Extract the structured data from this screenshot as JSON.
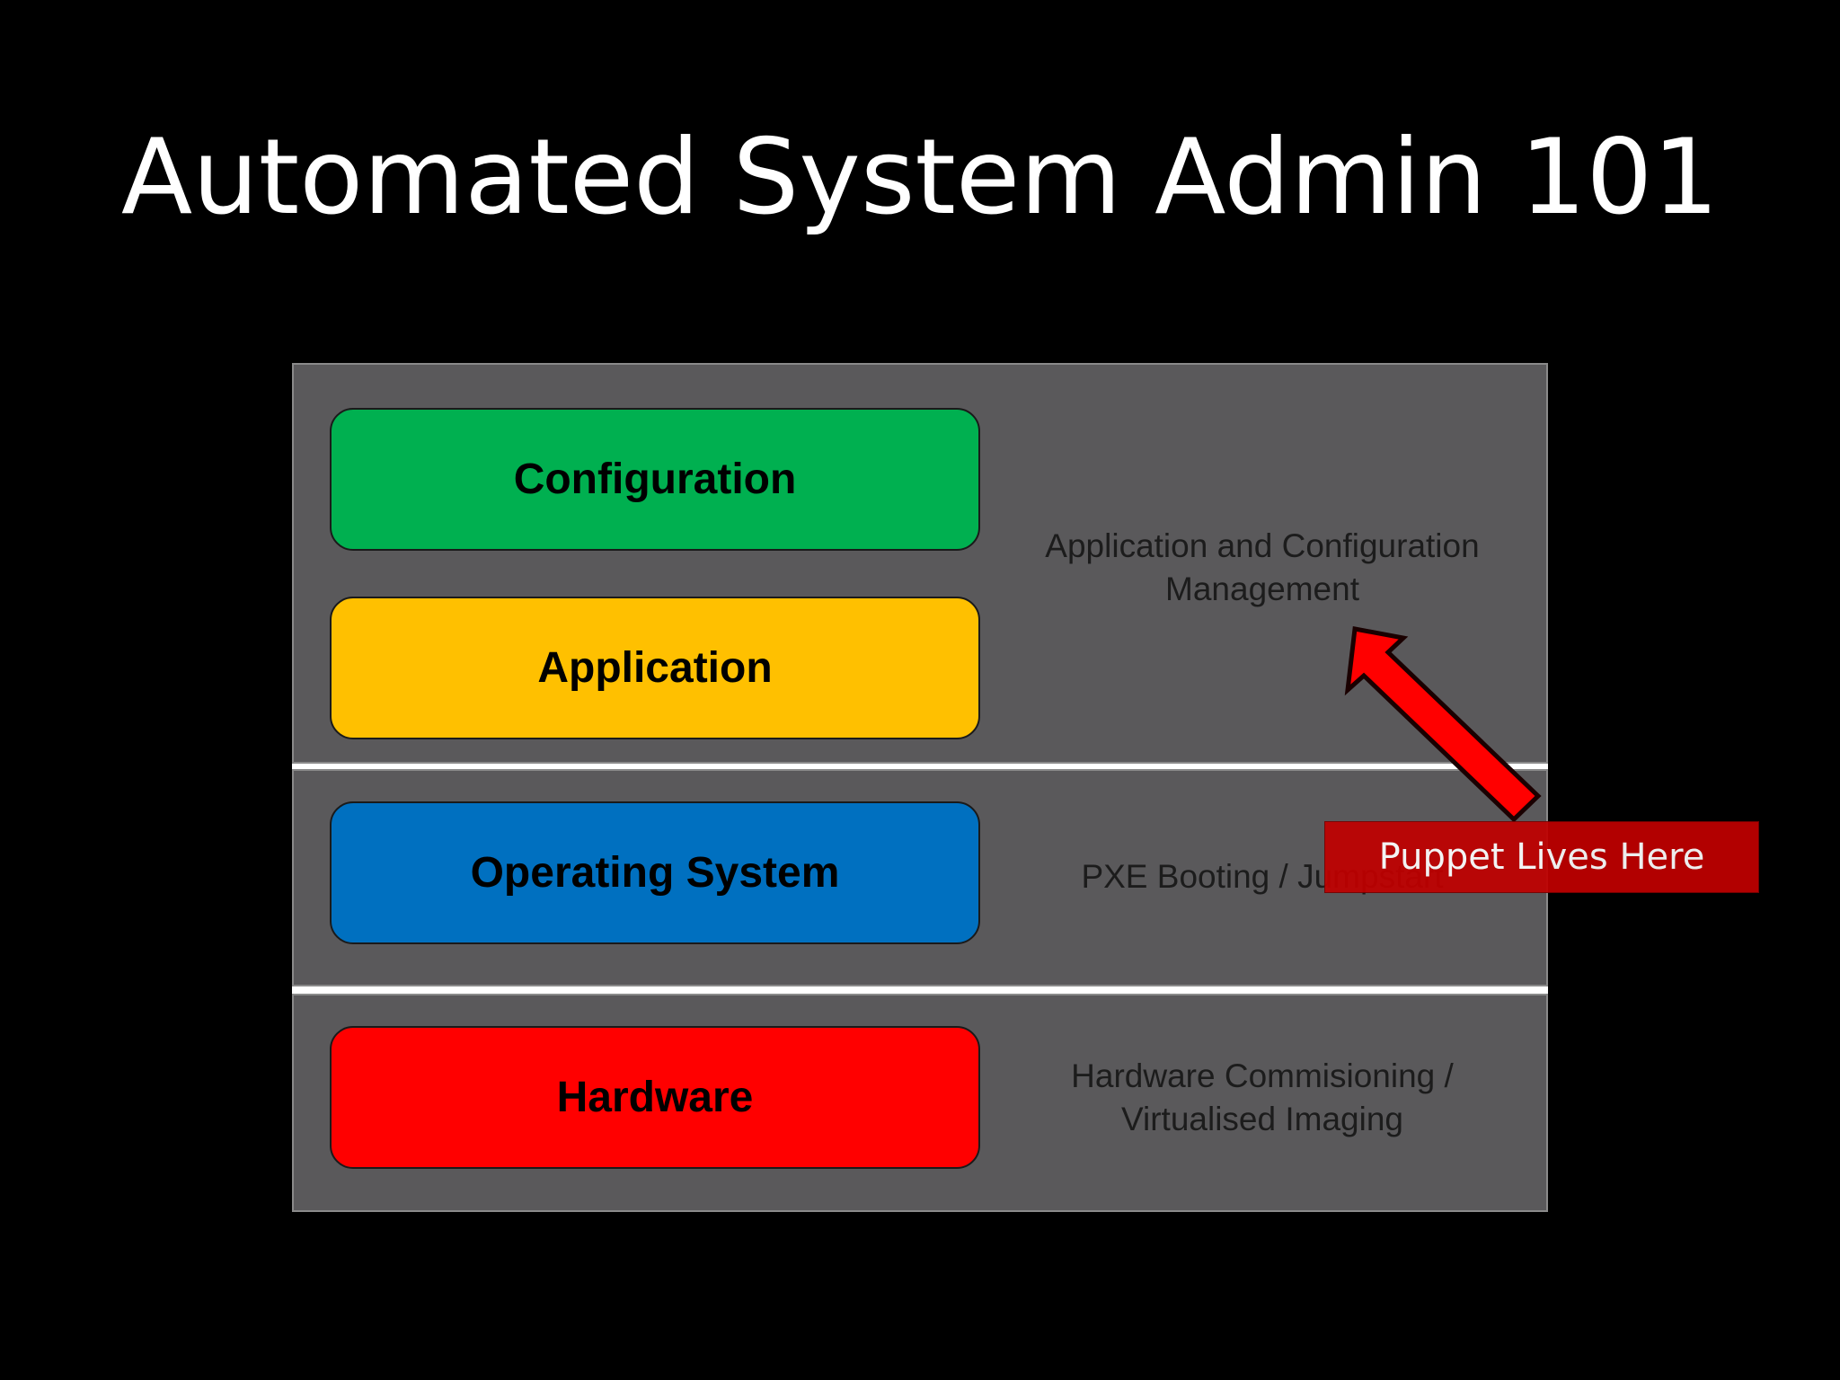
{
  "slide": {
    "title": "Automated System Admin 101"
  },
  "diagram": {
    "layers": [
      {
        "label": "Configuration",
        "color": "#00b050"
      },
      {
        "label": "Application",
        "color": "#ffc000"
      },
      {
        "label": "Operating System",
        "color": "#0070c0"
      },
      {
        "label": "Hardware",
        "color": "#ff0000"
      }
    ],
    "band_labels": {
      "top_line1": "Application and Configuration",
      "top_line2": "Management",
      "mid": "PXE Booting / Jumpstart",
      "bot_line1": "Hardware Commisioning /",
      "bot_line2": "Virtualised Imaging"
    },
    "band_color": "#5a595b"
  },
  "callout": {
    "text": "Puppet Lives Here",
    "color": "#c00000",
    "arrow_color": "#ff0000"
  }
}
